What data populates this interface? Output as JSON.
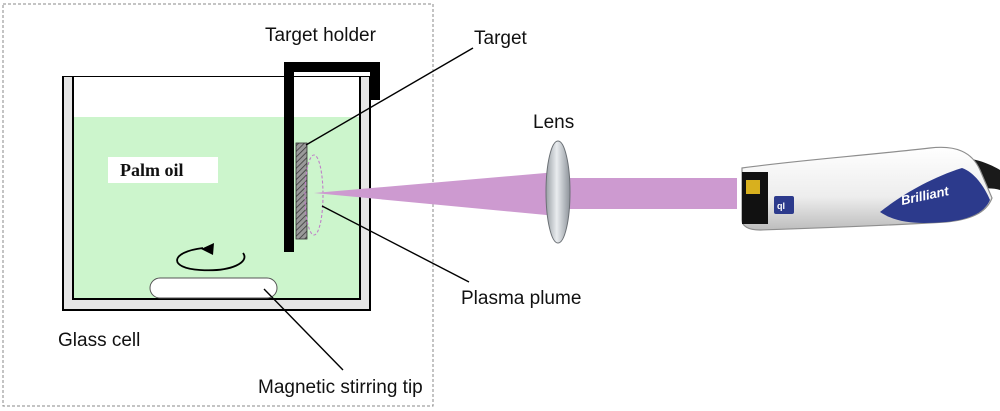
{
  "labels": {
    "target_holder": "Target holder",
    "target": "Target",
    "lens": "Lens",
    "palm_oil": "Palm oil",
    "plasma_plume": "Plasma plume",
    "glass_cell": "Glass cell",
    "magnetic_stirring_tip": "Magnetic stirring tip"
  },
  "laser": {
    "brand": "Brilliant",
    "logo": "ql"
  },
  "colors": {
    "liquid": "#ccf5cc",
    "beam": "#cd9ad0",
    "cell_wall": "#000000",
    "cell_inner_wall": "#e6e6e6",
    "laser_body": "#f2f2f2",
    "laser_accent": "#2c3a8c",
    "dashed_box": "#888888"
  }
}
